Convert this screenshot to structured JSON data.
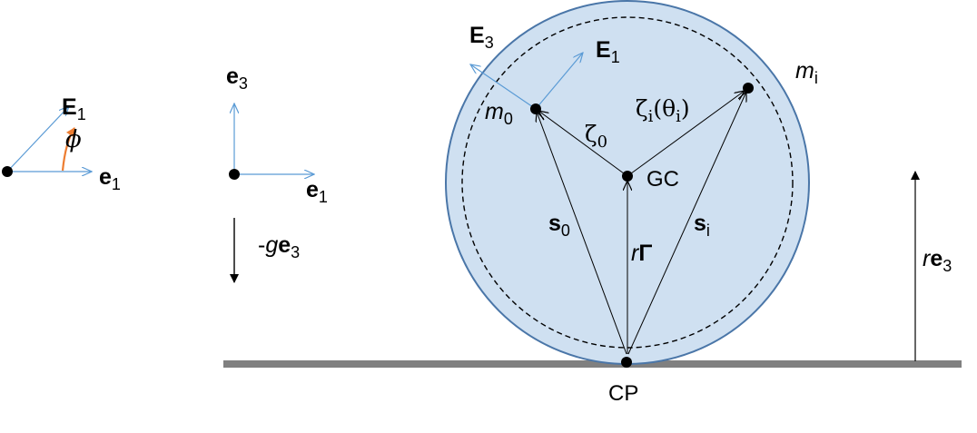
{
  "colors": {
    "wheel_fill": "#cfe0f1",
    "wheel_stroke": "#4a76a8",
    "blue_arrow": "#5b9bd5",
    "orange_arc": "#ed7d31",
    "ground": "#808080",
    "black": "#000000"
  },
  "labels": {
    "frame1": {
      "E_main": "E",
      "E_sub": "1",
      "phi": "ϕ",
      "e_main": "e",
      "e_sub": "1"
    },
    "frame2": {
      "e3_main": "e",
      "e3_sub": "3",
      "e1_main": "e",
      "e1_sub": "1",
      "gravity_prefix": "-",
      "gravity_g": "g",
      "gravity_e": "e",
      "gravity_sub": "3"
    },
    "wheel": {
      "E3_main": "E",
      "E3_sub": "3",
      "E1_main": "E",
      "E1_sub": "1",
      "m0_main": "m",
      "m0_sub": "0",
      "mi_main": "m",
      "mi_sub": "i",
      "zeta0_main": "ζ",
      "zeta0_sub": "0",
      "zetai_main": "ζ",
      "zetai_sub": "i",
      "zetai_arg_open": "(θ",
      "zetai_arg_sub": "i",
      "zetai_arg_close": ")",
      "gc": "GC",
      "s0_main": "s",
      "s0_sub": "0",
      "si_main": "s",
      "si_sub": "i",
      "rGamma_r": "r",
      "rGamma_G": "Γ",
      "cp": "CP"
    },
    "height": {
      "r": "r",
      "e": "e",
      "sub": "3"
    }
  }
}
